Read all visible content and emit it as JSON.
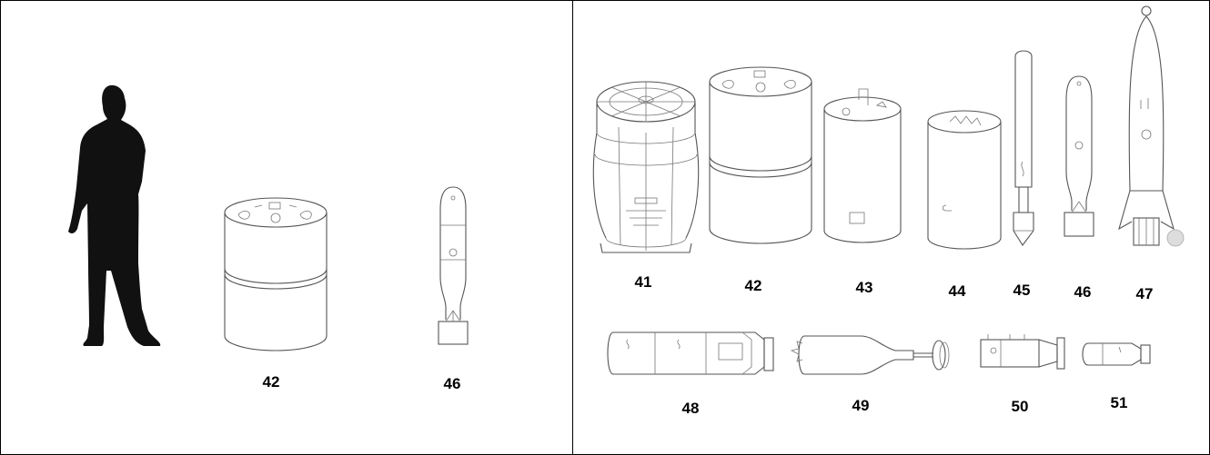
{
  "left_panel": {
    "labels": [
      "42",
      "46"
    ],
    "figures": [
      "silhouette",
      "cylinder-canister",
      "bottle-shaped-canister"
    ]
  },
  "right_panel": {
    "top_row_labels": [
      "41",
      "42",
      "43",
      "44",
      "45",
      "46",
      "47"
    ],
    "bottom_row_labels": [
      "48",
      "49",
      "50",
      "51"
    ]
  }
}
